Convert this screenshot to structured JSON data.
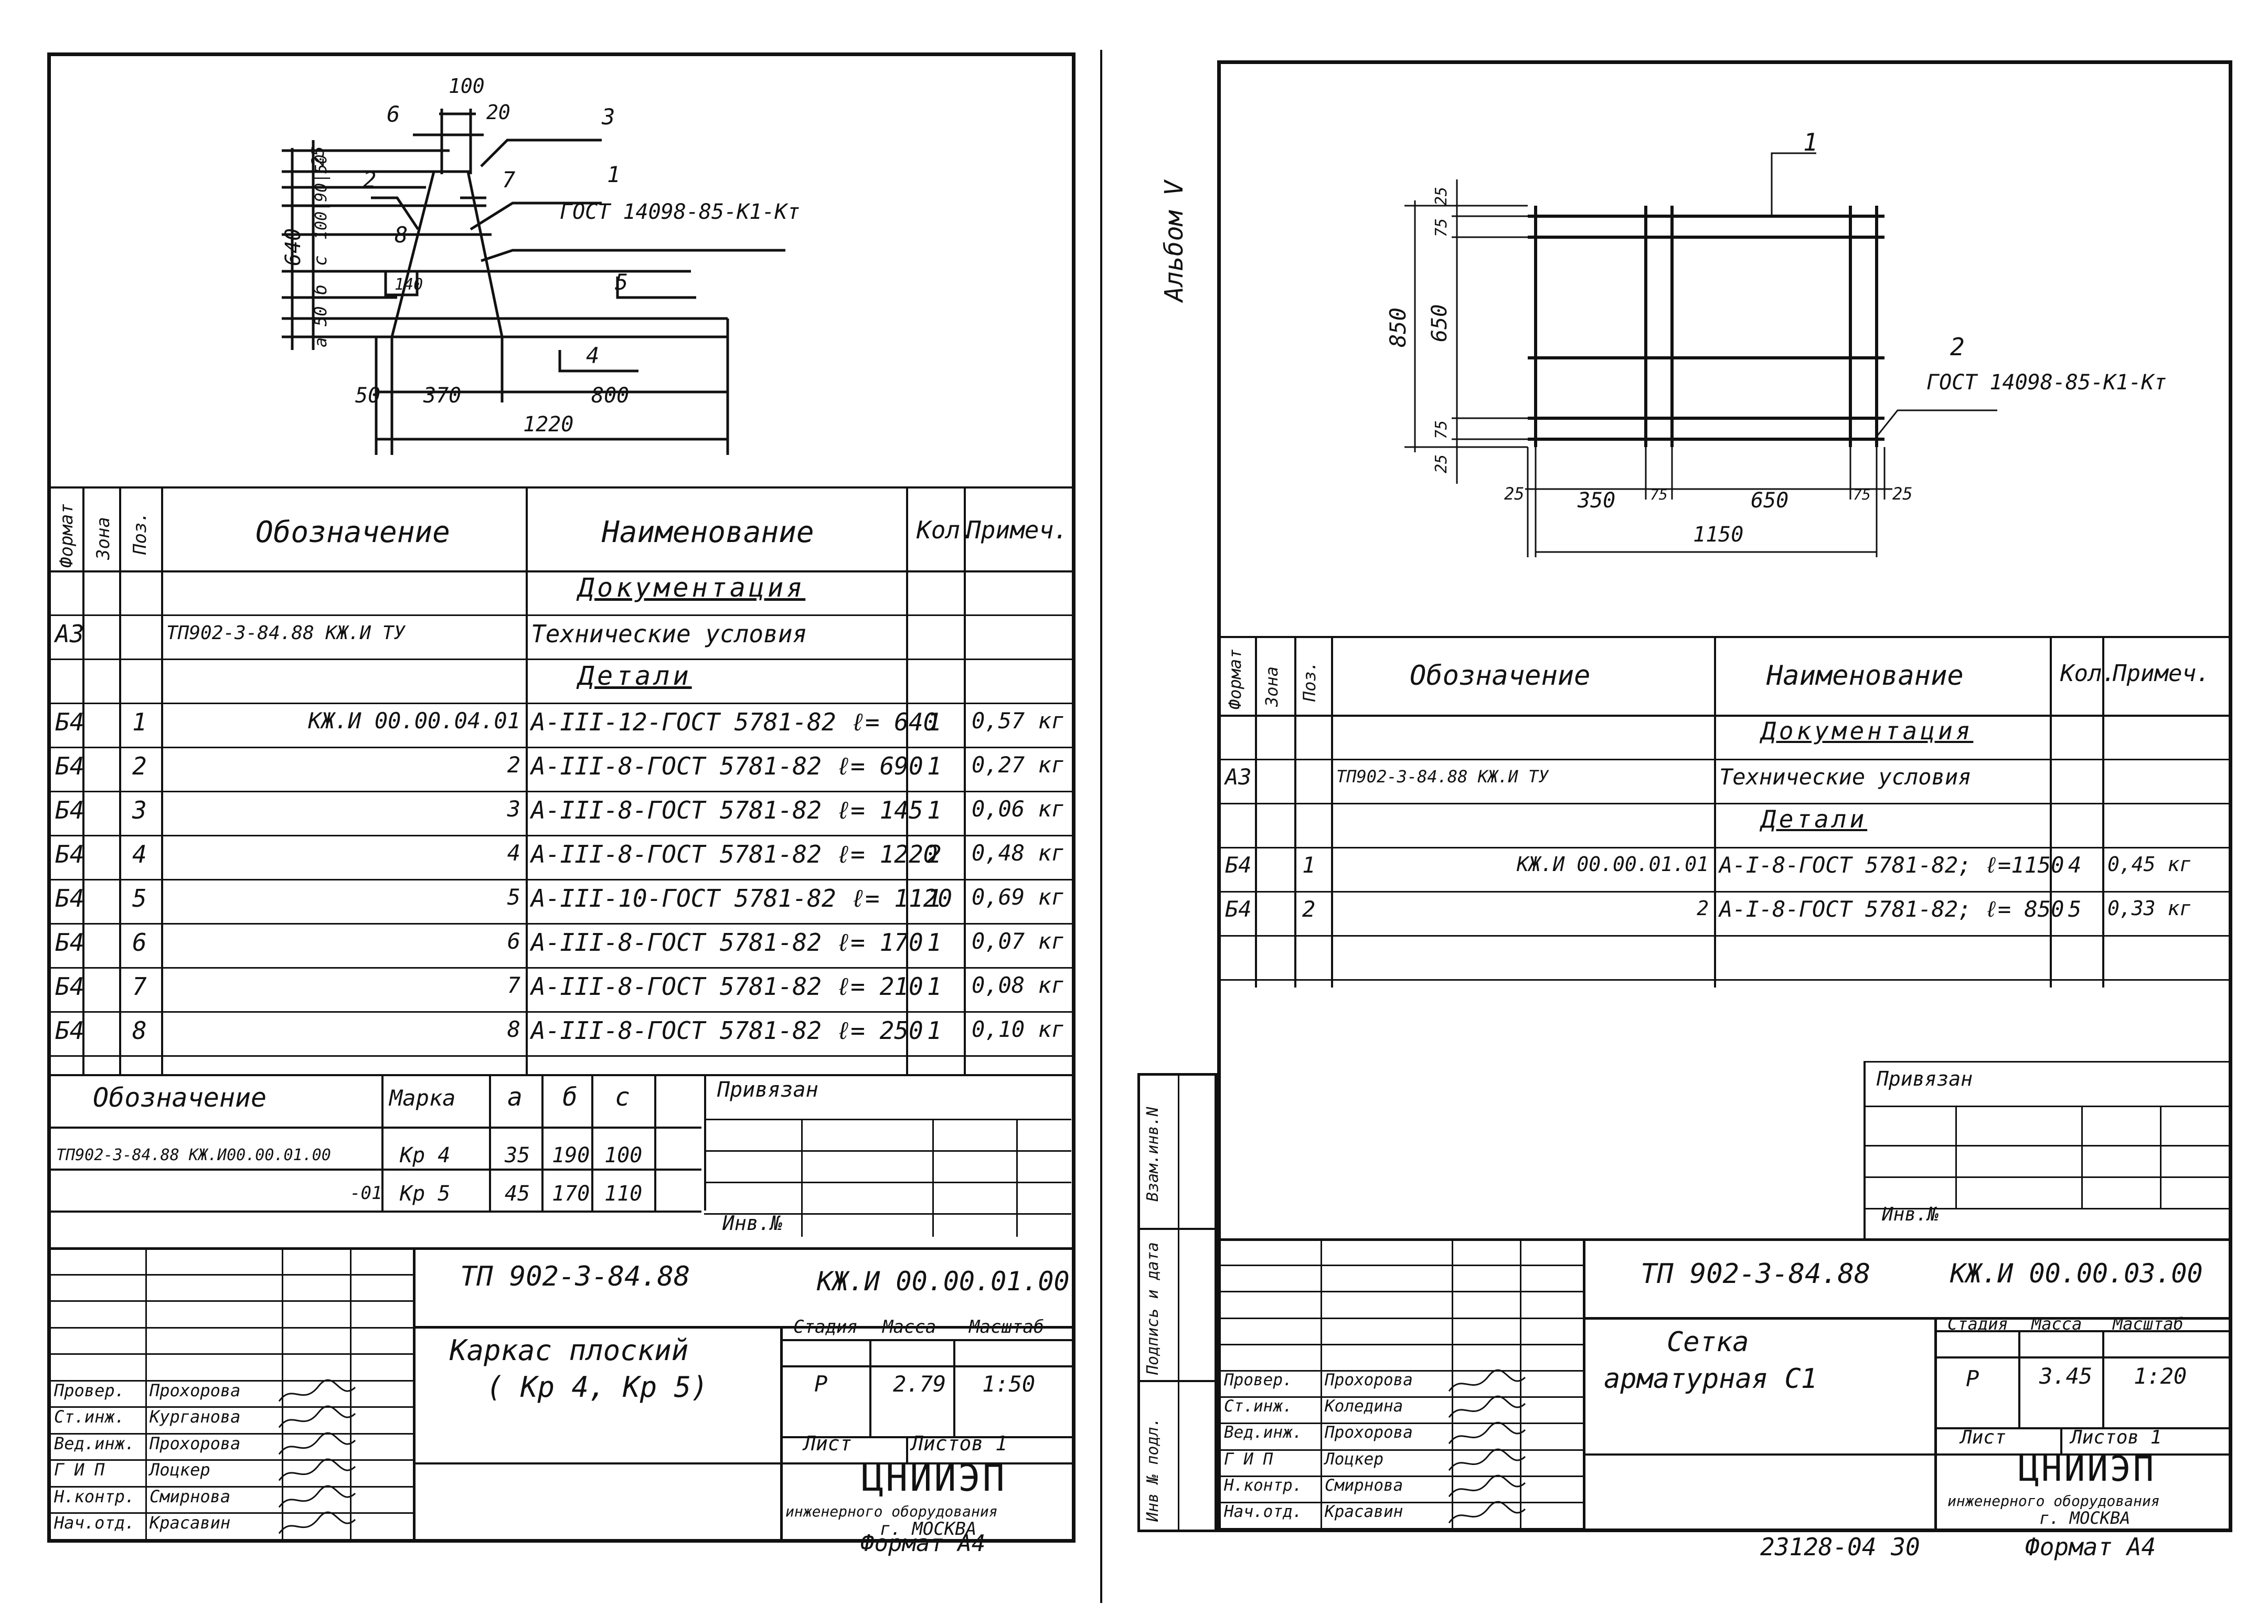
{
  "left": {
    "drawing": {
      "dim_100": "100",
      "dim_20": "20",
      "dim_25": "25",
      "dim_90_50": "100|90|50",
      "dim_640": "640",
      "dim_c": "с",
      "dim_b": "б",
      "dim_50v": "50",
      "dim_a": "а",
      "dim_140": "140",
      "dim_50": "50",
      "dim_370": "370",
      "dim_800": "800",
      "dim_1220": "1220",
      "pos_6": "6",
      "pos_3": "3",
      "pos_2": "2",
      "pos_7": "7",
      "pos_1": "1",
      "pos_8": "8",
      "pos_5": "5",
      "pos_4": "4",
      "gost": "ГОСТ 14098-85-К1-Кт"
    },
    "spec_header": {
      "format": "Формат",
      "zone": "Зона",
      "pos": "Поз.",
      "designation": "Обозначение",
      "name": "Наименование",
      "qty": "Кол.",
      "note": "Примеч."
    },
    "spec_rows": [
      {
        "format": "",
        "pos": "",
        "designation": "",
        "name": "Документация",
        "qty": "",
        "note": "",
        "type": "section"
      },
      {
        "format": "А3",
        "pos": "",
        "designation": "ТП902-3-84.88     КЖ.И ТУ",
        "name": "Технические условия",
        "qty": "",
        "note": "",
        "type": "row"
      },
      {
        "format": "",
        "pos": "",
        "designation": "",
        "name": "Детали",
        "qty": "",
        "note": "",
        "type": "section"
      },
      {
        "format": "Б4",
        "pos": "1",
        "designation": "КЖ.И 00.00.04.01",
        "name": "А-III-12-ГОСТ 5781-82  ℓ= 640",
        "qty": "1",
        "note": "0,57 кг",
        "type": "row"
      },
      {
        "format": "Б4",
        "pos": "2",
        "designation": "2",
        "name": "А-III-8-ГОСТ 5781-82  ℓ= 690",
        "qty": "1",
        "note": "0,27 кг",
        "type": "row"
      },
      {
        "format": "Б4",
        "pos": "3",
        "designation": "3",
        "name": "А-III-8-ГОСТ 5781-82  ℓ= 145",
        "qty": "1",
        "note": "0,06 кг",
        "type": "row"
      },
      {
        "format": "Б4",
        "pos": "4",
        "designation": "4",
        "name": "А-III-8-ГОСТ 5781-82  ℓ= 1220",
        "qty": "2",
        "note": "0,48 кг",
        "type": "row"
      },
      {
        "format": "Б4",
        "pos": "5",
        "designation": "5",
        "name": "А-III-10-ГОСТ 5781-82  ℓ= 1120",
        "qty": "1",
        "note": "0,69 кг",
        "type": "row"
      },
      {
        "format": "Б4",
        "pos": "6",
        "designation": "6",
        "name": "А-III-8-ГОСТ 5781-82  ℓ= 170",
        "qty": "1",
        "note": "0,07 кг",
        "type": "row"
      },
      {
        "format": "Б4",
        "pos": "7",
        "designation": "7",
        "name": "А-III-8-ГОСТ 5781-82  ℓ= 210",
        "qty": "1",
        "note": "0,08 кг",
        "type": "row"
      },
      {
        "format": "Б4",
        "pos": "8",
        "designation": "8",
        "name": "А-III-8-ГОСТ 5781-82  ℓ= 250",
        "qty": "1",
        "note": "0,10 кг",
        "type": "row"
      }
    ],
    "mark_header": {
      "designation": "Обозначение",
      "mark": "Марка",
      "a": "а",
      "b": "б",
      "c": "с"
    },
    "mark_rows": [
      {
        "designation": "ТП902-3-84.88  КЖ.И00.00.01.00",
        "mark": "Кр 4",
        "a": "35",
        "b": "190",
        "c": "100"
      },
      {
        "designation": "-01",
        "mark": "Кр 5",
        "a": "45",
        "b": "170",
        "c": "110"
      }
    ],
    "privyazan": "Привязан",
    "inv_no": "Инв.№",
    "title_block": {
      "project": "ТП 902-3-84.88",
      "code": "КЖ.И 00.00.01.00",
      "title_line1": "Каркас  плоский",
      "title_line2": "( Кр 4,  Кр 5)",
      "stage_label": "Стадия",
      "mass_label": "Масса",
      "scale_label": "Масштаб",
      "stage": "Р",
      "mass": "2.79",
      "scale": "1:50",
      "sheet_label": "Лист",
      "sheets_label": "Листов 1",
      "org": "ЦНИИЭП",
      "org_sub": "инженерного оборудования",
      "city": "г. МОСКВА",
      "roles": [
        {
          "role": "Провер.",
          "name": "Прохорова"
        },
        {
          "role": "Ст.инж.",
          "name": "Курганова"
        },
        {
          "role": "Вед.инж.",
          "name": "Прохорова"
        },
        {
          "role": "Г И П",
          "name": "Лоцкер"
        },
        {
          "role": "Н.контр.",
          "name": "Смирнова"
        },
        {
          "role": "Нач.отд.",
          "name": "Красавин"
        }
      ]
    },
    "format": "Формат А4"
  },
  "right": {
    "album": "Альбом V",
    "drawing": {
      "pos_1": "1",
      "pos_2": "2",
      "gost": "ГОСТ 14098-85-К1-Кт",
      "dim_25t": "25",
      "dim_75t": "75",
      "dim_650v": "650",
      "dim_850": "850",
      "dim_75b": "75",
      "dim_25b": "25",
      "dim_25l": "25",
      "dim_350": "350",
      "dim_75l": "75",
      "dim_650": "650",
      "dim_75r": "75",
      "dim_25r": "25",
      "dim_1150": "1150"
    },
    "spec_header": {
      "format": "Формат",
      "zone": "Зона",
      "pos": "Поз.",
      "designation": "Обозначение",
      "name": "Наименование",
      "qty": "Кол.",
      "note": "Примеч."
    },
    "spec_rows": [
      {
        "format": "",
        "pos": "",
        "designation": "",
        "name": "Документация",
        "qty": "",
        "note": "",
        "type": "section"
      },
      {
        "format": "А3",
        "pos": "",
        "designation": "ТП902-3-84.88        КЖ.И ТУ",
        "name": "Технические условия",
        "qty": "",
        "note": "",
        "type": "row"
      },
      {
        "format": "",
        "pos": "",
        "designation": "",
        "name": "Детали",
        "qty": "",
        "note": "",
        "type": "section"
      },
      {
        "format": "Б4",
        "pos": "1",
        "designation": "КЖ.И 00.00.01.01",
        "name": "А-I-8-ГОСТ 5781-82; ℓ=1150",
        "qty": "4",
        "note": "0,45 кг",
        "type": "row"
      },
      {
        "format": "Б4",
        "pos": "2",
        "designation": "2",
        "name": "А-I-8-ГОСТ 5781-82; ℓ= 850",
        "qty": "5",
        "note": "0,33 кг",
        "type": "row"
      }
    ],
    "side_labels": {
      "vzam": "Взам.инв.N",
      "podpis": "Подпись и дата",
      "inv_podl": "Инв № подл."
    },
    "privyazan": "Привязан",
    "inv_no": "Инв.№",
    "title_block": {
      "project": "ТП 902-3-84.88",
      "code": "КЖ.И 00.00.03.00",
      "title_line1": "Сетка",
      "title_line2": "арматурная  С1",
      "stage_label": "Стадия",
      "mass_label": "Масса",
      "scale_label": "Масштаб",
      "stage": "Р",
      "mass": "3.45",
      "scale": "1:20",
      "sheet_label": "Лист",
      "sheets_label": "Листов 1",
      "org": "ЦНИИЭП",
      "org_sub": "инженерного оборудования",
      "city": "г. МОСКВА",
      "roles": [
        {
          "role": "Провер.",
          "name": "Прохорова"
        },
        {
          "role": "Ст.инж.",
          "name": "Коледина"
        },
        {
          "role": "Вед.инж.",
          "name": "Прохорова"
        },
        {
          "role": "Г И П",
          "name": "Лоцкер"
        },
        {
          "role": "Н.контр.",
          "name": "Смирнова"
        },
        {
          "role": "Нач.отд.",
          "name": "Красавин"
        }
      ]
    },
    "footer_num": "23128-04   30",
    "format": "Формат А4"
  }
}
